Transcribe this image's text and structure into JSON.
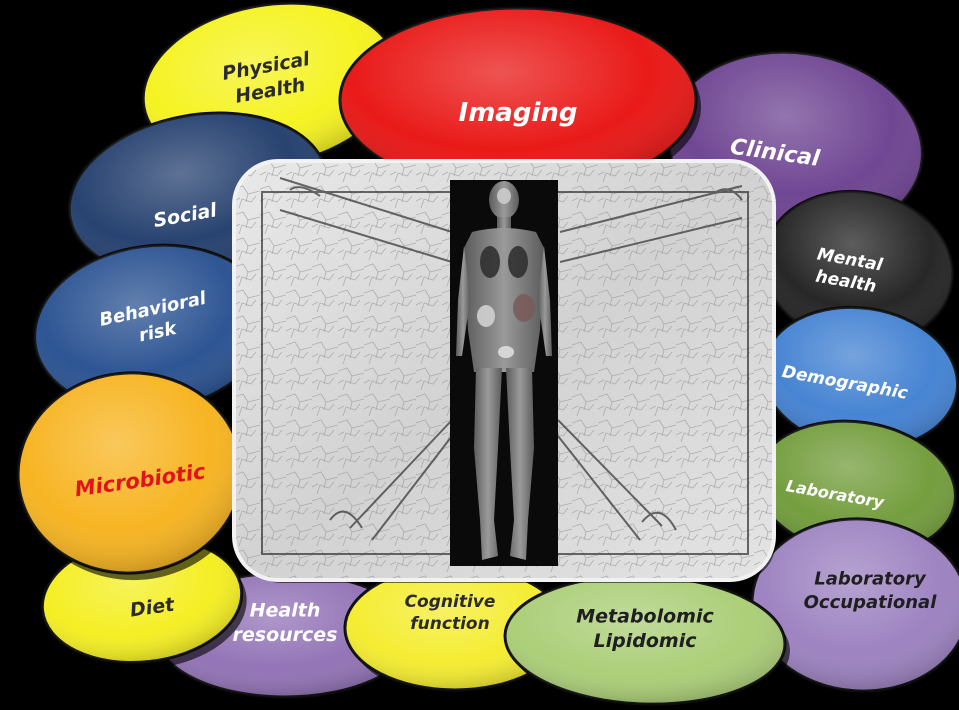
{
  "diagram": {
    "center_image": {
      "caption": "",
      "icon": "whole-body-mri-on-vitruvian-man"
    },
    "categories": [
      {
        "id": "physical-health",
        "lines": [
          "Physical",
          "Health"
        ],
        "fill": "#f5f21a",
        "text_color": "#2b2b2b"
      },
      {
        "id": "imaging",
        "lines": [
          "Imaging"
        ],
        "fill": "#e8110f",
        "text_color": "#ffffff"
      },
      {
        "id": "clinical",
        "lines": [
          "Clinical"
        ],
        "fill": "#6a3f8f",
        "text_color": "#ffffff"
      },
      {
        "id": "social",
        "lines": [
          "Social"
        ],
        "fill": "#1f3b6b",
        "text_color": "#ffffff"
      },
      {
        "id": "mental-health",
        "lines": [
          "Mental",
          "health"
        ],
        "fill": "#1e1e1e",
        "text_color": "#ffffff"
      },
      {
        "id": "behavioral-risk",
        "lines": [
          "Behavioral",
          "risk"
        ],
        "fill": "#254e8f",
        "text_color": "#ffffff"
      },
      {
        "id": "demographic",
        "lines": [
          "Demographic"
        ],
        "fill": "#3f7fd1",
        "text_color": "#ffffff"
      },
      {
        "id": "microbiotic",
        "lines": [
          "Microbiotic"
        ],
        "fill": "#f7b21b",
        "text_color": "#e1141b"
      },
      {
        "id": "laboratory",
        "lines": [
          "Laboratory"
        ],
        "fill": "#6f9a37",
        "text_color": "#ffffff"
      },
      {
        "id": "diet",
        "lines": [
          "Diet"
        ],
        "fill": "#f4ee1c",
        "text_color": "#2b2b2b"
      },
      {
        "id": "health-resources",
        "lines": [
          "Health",
          "resources"
        ],
        "fill": "#8f6fb4",
        "text_color": "#ffffff"
      },
      {
        "id": "cognitive-function",
        "lines": [
          "Cognitive",
          "function"
        ],
        "fill": "#f4ec2a",
        "text_color": "#2b2b2b"
      },
      {
        "id": "metabolomic-lipidomic",
        "lines": [
          "Metabolomic",
          "Lipidomic"
        ],
        "fill": "#a9cd74",
        "text_color": "#1f1f1f"
      },
      {
        "id": "laboratory-occupational",
        "lines": [
          "Laboratory",
          "Occupational"
        ],
        "fill": "#9a7fbf",
        "text_color": "#1f1f1f"
      }
    ]
  }
}
